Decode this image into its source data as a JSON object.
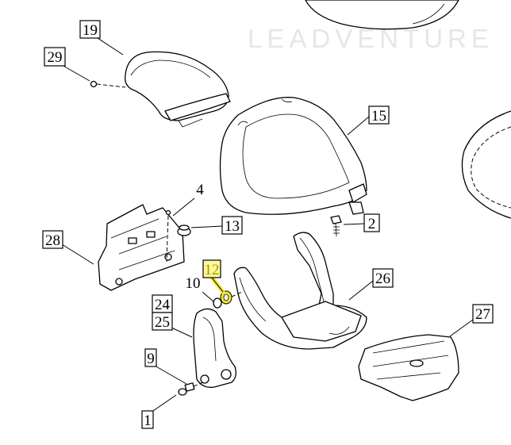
{
  "watermark": "LEADVENTURE",
  "highlight_color": "#f5e62a",
  "callouts": [
    {
      "id": "19",
      "label": "19"
    },
    {
      "id": "29",
      "label": "29"
    },
    {
      "id": "15",
      "label": "15"
    },
    {
      "id": "4",
      "label": "4"
    },
    {
      "id": "13",
      "label": "13"
    },
    {
      "id": "2",
      "label": "2"
    },
    {
      "id": "28",
      "label": "28"
    },
    {
      "id": "12",
      "label": "12",
      "highlighted": true
    },
    {
      "id": "10",
      "label": "10"
    },
    {
      "id": "26",
      "label": "26"
    },
    {
      "id": "24",
      "label": "24"
    },
    {
      "id": "25",
      "label": "25"
    },
    {
      "id": "27",
      "label": "27"
    },
    {
      "id": "9",
      "label": "9"
    },
    {
      "id": "1",
      "label": "1"
    }
  ]
}
